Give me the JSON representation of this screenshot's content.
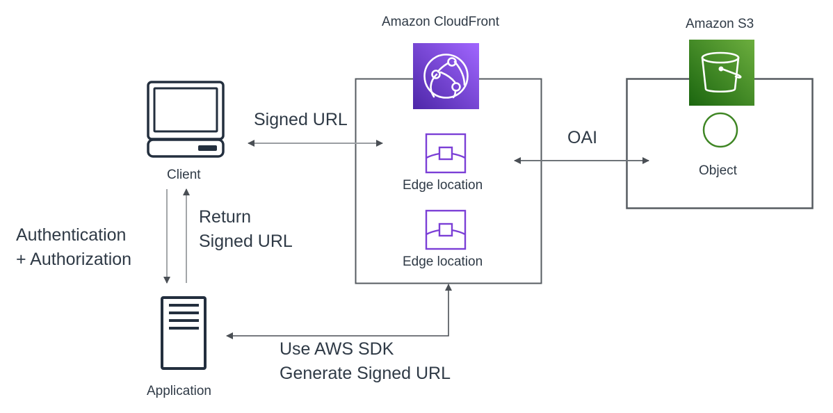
{
  "colors": {
    "cloudfront_gradient_start": "#4D27A8",
    "cloudfront_gradient_end": "#A166FF",
    "s3_gradient_start": "#1B660F",
    "s3_gradient_end": "#6CAE3E",
    "edge_icon": "#7B3FD6",
    "object_circle": "#3F8624",
    "arrow": "#4a4f55",
    "box_border": "#565b60",
    "device_icon": "#232F3E"
  },
  "nodes": {
    "cloudfront": {
      "title": "Amazon CloudFront",
      "icon": "cloudfront-icon"
    },
    "s3": {
      "title": "Amazon S3",
      "icon": "s3-bucket-icon"
    },
    "client": {
      "label": "Client",
      "icon": "desktop-computer-icon"
    },
    "application": {
      "label": "Application",
      "icon": "server-icon"
    },
    "edge_locations": [
      {
        "label": "Edge location",
        "icon": "edge-location-icon"
      },
      {
        "label": "Edge location",
        "icon": "edge-location-icon"
      }
    ],
    "object": {
      "label": "Object",
      "icon": "object-circle-icon"
    }
  },
  "edges": {
    "signed_url": {
      "label": "Signed URL",
      "direction": "bidirectional",
      "from": "client",
      "to": "edge_location"
    },
    "oai": {
      "label": "OAI",
      "direction": "bidirectional",
      "from": "edge_location",
      "to": "s3"
    },
    "auth": {
      "line1": "Authentication",
      "line2": "+ Authorization",
      "direction": "client-to-application"
    },
    "return_url": {
      "line1": "Return",
      "line2": "Signed URL",
      "direction": "application-to-client"
    },
    "sdk": {
      "line1": "Use AWS SDK",
      "line2": "Generate Signed URL",
      "direction": "cloudfront-to-application"
    }
  }
}
